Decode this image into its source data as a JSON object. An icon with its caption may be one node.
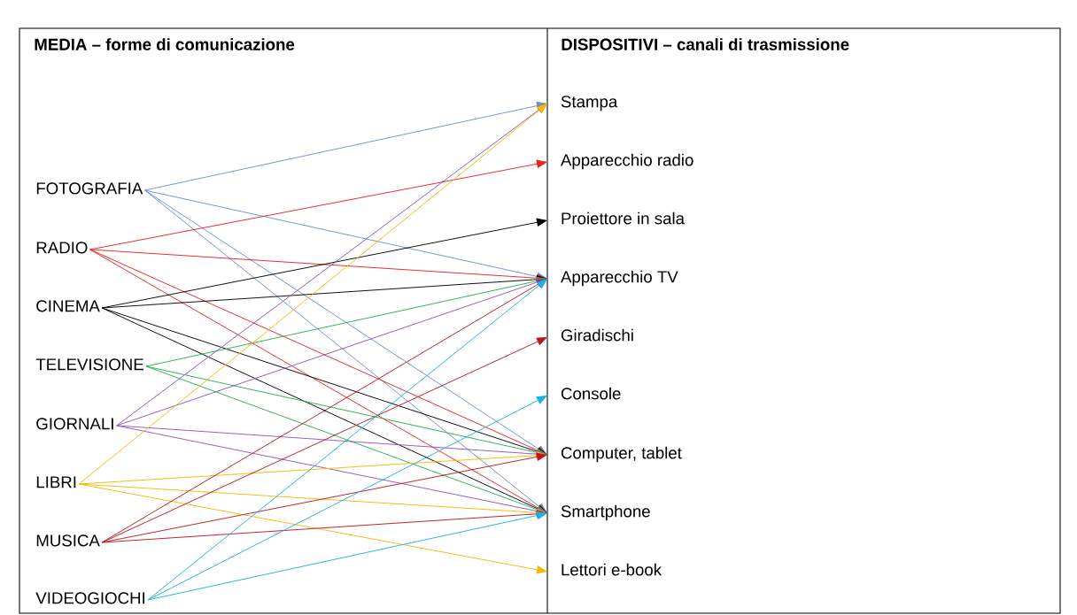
{
  "diagram": {
    "nodes": [
      {
        "text": [
          "FOTOGRAFIA"
        ]
      },
      {
        "text": [
          "RADIO"
        ]
      },
      {
        "text": [
          "CINEMA"
        ]
      },
      {
        "text": [
          "TELEVISIONE"
        ]
      },
      {
        "text": [
          "GIORNALI"
        ]
      },
      {
        "text": [
          "LIBRI"
        ]
      },
      {
        "text": [
          "MUSICA"
        ]
      },
      {
        "text": [
          "VIDEOGIOCHI"
        ]
      },
      {
        "text": [
          "Stampa"
        ]
      },
      {
        "text": [
          "Apparecchio radio"
        ]
      },
      {
        "text": [
          "Proiettore in sala"
        ]
      },
      {
        "text": [
          "Apparecchio TV"
        ]
      },
      {
        "text": [
          "Giradischi"
        ]
      },
      {
        "text": [
          "Console"
        ]
      },
      {
        "text": [
          "Computer, tablet"
        ]
      },
      {
        "text": [
          "Smartphone"
        ]
      },
      {
        "text": [
          "Lettori e-book"
        ]
      }
    ],
    "edges": [
      {
        "from": 0,
        "to": 8,
        "arrow": "to",
        "color": "#6a8fd0"
      },
      {
        "from": 0,
        "to": 11,
        "arrow": "to",
        "color": "#6a8fd0"
      },
      {
        "from": 0,
        "to": 14,
        "arrow": "to",
        "color": "#6a8fd0"
      },
      {
        "from": 0,
        "to": 15,
        "arrow": "to",
        "color": "#6a8fd0"
      },
      {
        "from": 1,
        "to": 9,
        "arrow": "to",
        "color": "#e8201e"
      },
      {
        "from": 1,
        "to": 11,
        "arrow": "to",
        "color": "#e8201e"
      },
      {
        "from": 1,
        "to": 14,
        "arrow": "to",
        "color": "#e8201e"
      },
      {
        "from": 1,
        "to": 15,
        "arrow": "to",
        "color": "#e8201e"
      },
      {
        "from": 2,
        "to": 10,
        "arrow": "to",
        "color": "#000000"
      },
      {
        "from": 2,
        "to": 11,
        "arrow": "to",
        "color": "#000000"
      },
      {
        "from": 2,
        "to": 14,
        "arrow": "to",
        "color": "#000000"
      },
      {
        "from": 2,
        "to": 15,
        "arrow": "to",
        "color": "#000000"
      },
      {
        "from": 3,
        "to": 11,
        "arrow": "to",
        "color": "#22b04b"
      },
      {
        "from": 3,
        "to": 14,
        "arrow": "to",
        "color": "#22b04b"
      },
      {
        "from": 3,
        "to": 15,
        "arrow": "to",
        "color": "#22b04b"
      },
      {
        "from": 4,
        "to": 8,
        "arrow": "to",
        "color": "#8e54c0"
      },
      {
        "from": 4,
        "to": 11,
        "arrow": "to",
        "color": "#8e54c0"
      },
      {
        "from": 4,
        "to": 14,
        "arrow": "to",
        "color": "#8e54c0"
      },
      {
        "from": 4,
        "to": 15,
        "arrow": "to",
        "color": "#8e54c0"
      },
      {
        "from": 5,
        "to": 8,
        "arrow": "to",
        "color": "#f5b800"
      },
      {
        "from": 5,
        "to": 14,
        "arrow": "to",
        "color": "#f5b800"
      },
      {
        "from": 5,
        "to": 15,
        "arrow": "to",
        "color": "#f5b800"
      },
      {
        "from": 5,
        "to": 16,
        "arrow": "to",
        "color": "#f5b800"
      },
      {
        "from": 6,
        "to": 12,
        "arrow": "to",
        "color": "#c0141c"
      },
      {
        "from": 6,
        "to": 11,
        "arrow": "to",
        "color": "#c0141c"
      },
      {
        "from": 6,
        "to": 14,
        "arrow": "to",
        "color": "#c0141c"
      },
      {
        "from": 6,
        "to": 15,
        "arrow": "to",
        "color": "#c0141c"
      },
      {
        "from": 7,
        "to": 13,
        "arrow": "to",
        "color": "#1ab0e8"
      },
      {
        "from": 7,
        "to": 11,
        "arrow": "to",
        "color": "#1ab0e8"
      },
      {
        "from": 7,
        "to": 15,
        "arrow": "to",
        "color": "#1ab0e8"
      }
    ],
    "labels": [
      "MEDIA – forme di comunicazione",
      "DISPOSITIVI – canali di trasmissione"
    ]
  }
}
